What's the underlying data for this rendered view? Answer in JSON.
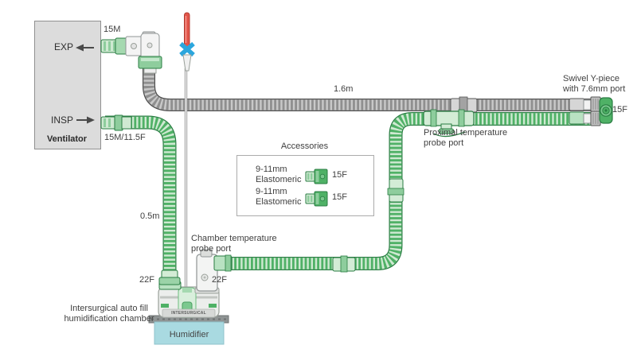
{
  "ventilator": {
    "name": "Ventilator",
    "exp_label": "EXP",
    "insp_label": "INSP",
    "exp_port_size": "15M",
    "insp_port_size": "15M/11.5F"
  },
  "tubes": {
    "expiratory_length": "1.6m",
    "inspiratory_length": "0.5m"
  },
  "ypiece": {
    "caption_line1": "Swivel Y-piece",
    "caption_line2": "with 7.6mm port",
    "size": "15F"
  },
  "proximal_port": {
    "caption_line1": "Proximal temperature",
    "caption_line2": "probe port"
  },
  "chamber": {
    "probe_port_line1": "Chamber temperature",
    "probe_port_line2": "probe port",
    "inlet_size": "22F",
    "outlet_size": "22F",
    "caption_line1": "Intersurgical auto fill",
    "caption_line2": "humidification chamber",
    "brand": "INTERSURGICAL"
  },
  "humidifier": {
    "label": "Humidifier"
  },
  "accessories": {
    "title": "Accessories",
    "items": [
      {
        "size_range": "9-11mm",
        "type": "Elastomeric",
        "size": "15F"
      },
      {
        "size_range": "9-11mm",
        "type": "Elastomeric",
        "size": "15F"
      }
    ]
  },
  "colors": {
    "tube_green": "#4fb166",
    "tube_gray": "#8f8f8f",
    "humidifier_teal": "#a9dae1",
    "probe_red": "#e25549",
    "probe_blue": "#2ba6dd",
    "ventilator_gray": "#dcdcdc"
  }
}
